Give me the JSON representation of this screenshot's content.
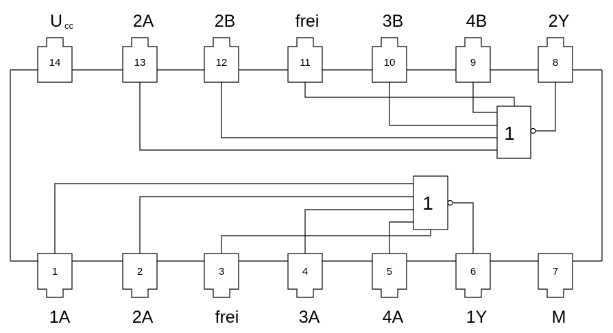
{
  "chip": {
    "top_pins": [
      {
        "number": "14",
        "label": "U",
        "sub": "cc"
      },
      {
        "number": "13",
        "label": "2A"
      },
      {
        "number": "12",
        "label": "2B"
      },
      {
        "number": "11",
        "label": "frei"
      },
      {
        "number": "10",
        "label": "3B"
      },
      {
        "number": "9",
        "label": "4B"
      },
      {
        "number": "8",
        "label": "2Y"
      }
    ],
    "bottom_pins": [
      {
        "number": "1",
        "label": "1A"
      },
      {
        "number": "2",
        "label": "2A"
      },
      {
        "number": "3",
        "label": "frei"
      },
      {
        "number": "4",
        "label": "3A"
      },
      {
        "number": "5",
        "label": "4A"
      },
      {
        "number": "6",
        "label": "1Y"
      },
      {
        "number": "7",
        "label": "M"
      }
    ],
    "gates": [
      {
        "id": "gate-upper",
        "symbol": "1"
      },
      {
        "id": "gate-lower",
        "symbol": "1"
      }
    ],
    "colors": {
      "line": "#000000",
      "background": "#ffffff"
    }
  }
}
